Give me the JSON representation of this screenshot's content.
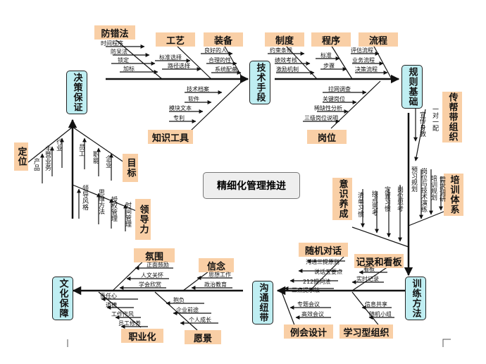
{
  "center_title": "精细化管理推进",
  "spine_boxes": {
    "decision": "决策保证",
    "technical": "技术手段",
    "basic": "规则基础",
    "culture": "文化保障",
    "communication": "沟通纽带",
    "training": "训练方法"
  },
  "category_boxes": {
    "fangcuofa": "防错法",
    "gongyi": "工艺",
    "zhuangbei": "装备",
    "zhidu": "制度",
    "chengxu": "程序",
    "liucheng": "流程",
    "zhishi": "知识工具",
    "gangwei": "岗位",
    "dingwei": "定位",
    "mubiao": "目标",
    "lingdaoli": "领导力",
    "chuanbang": "传帮带组织",
    "yishi": "意识养成",
    "peixun": "培训体系",
    "fenwei": "氛围",
    "xinnian": "信念",
    "zhiyehua": "职业化",
    "yuanjing": "愿景",
    "suiji": "随机对话",
    "jilu": "记录和看板",
    "lihui": "例会设计",
    "xuexi": "学习型组织"
  },
  "labels": {
    "fangcuofa_items": [
      "时间程序",
      "防呆法",
      "锁定",
      "加标"
    ],
    "gongyi_items": [
      "标准选择",
      "路径选择"
    ],
    "zhuangbei_items": [
      "良好的人",
      "合理的性",
      "系统配备"
    ],
    "zhidu_items": [
      "约束条规",
      "绩效考核",
      "激励机制"
    ],
    "chengxu_items": [
      "标准",
      "步骤"
    ],
    "liucheng_items": [
      "评估流程",
      "业务流程",
      "决策流程"
    ],
    "zhishi_items": [
      "技术档案",
      "软件",
      "模块文本",
      "专利"
    ],
    "gangwei_items": [
      "拉网调查",
      "关键岗位",
      "稀缺性分析",
      "三级岗位说明"
    ],
    "decision_left": [
      "产品",
      "主营业务",
      "行业"
    ],
    "decision_right": [
      "员工",
      "职能",
      "企业"
    ],
    "decision_lower": [
      "领导风格",
      "思维方法",
      "授权管理",
      "时间管理"
    ],
    "basic_items": [
      "宣传身教",
      "一对一配"
    ],
    "training_items": [
      "清单习惯",
      "接点思考",
      "定置习惯",
      "岗位思考",
      "预习规划",
      "岗位与技术演练",
      "培训规划",
      "需求调研"
    ],
    "fenwei_items": [
      "正面鼓励",
      "人文关怀",
      "学会欣赏"
    ],
    "xinnian_items": [
      "思想工作",
      "政治教育"
    ],
    "zhiyehua_items": [
      "责任心",
      "道德",
      "工作作风",
      "员工修养"
    ],
    "yuanjing_items": [
      "抱负",
      "企业前途",
      "个人成长"
    ],
    "suiji_items": [
      "沟通三提原则",
      "说话五要点",
      "212提问法",
      "三点提示法"
    ],
    "lihui_items": [
      "专题会议",
      "高效会议"
    ],
    "jilu_items": [
      "看板",
      "实时记录"
    ],
    "xuexi_items": [
      "信息共享",
      "随机小组"
    ]
  }
}
